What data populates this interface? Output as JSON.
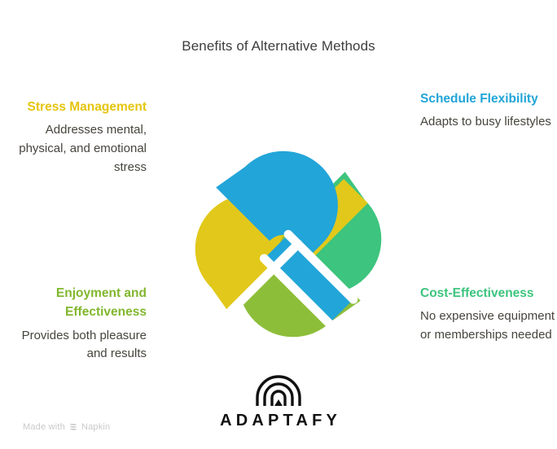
{
  "title": "Benefits of Alternative Methods",
  "colors": {
    "yellow": "#E2C81A",
    "blue": "#22A5D8",
    "olive": "#8DBE3A",
    "emerald": "#3DC47E",
    "heading_yellow": "#E5C50E",
    "heading_blue": "#22A5D8",
    "heading_olive": "#82B72F",
    "heading_emerald": "#3DC47E",
    "body_text": "#46443C",
    "title_text": "#3D3D3D",
    "watermark": "#C9C9C9",
    "background": "#FFFFFF"
  },
  "benefits": [
    {
      "id": "stress-management",
      "heading": "Stress Management",
      "body": "Addresses mental, physical, and emotional stress",
      "color": "#E5C50E",
      "position": "top-left"
    },
    {
      "id": "schedule-flexibility",
      "heading": "Schedule Flexibility",
      "body": "Adapts to busy lifestyles",
      "color": "#22A5D8",
      "position": "top-right"
    },
    {
      "id": "enjoyment-effectiveness",
      "heading": "Enjoyment and Effectiveness",
      "body": "Provides both pleasure and results",
      "color": "#82B72F",
      "position": "bottom-left"
    },
    {
      "id": "cost-effectiveness",
      "heading": "Cost-Effectiveness",
      "body": "No expensive equipment or memberships needed",
      "color": "#3DC47E",
      "position": "bottom-right"
    }
  ],
  "graphic": {
    "name": "interlocking-knot-diagram",
    "arms": [
      {
        "name": "knot-arm-yellow",
        "color": "#E2C81A",
        "quadrant": "top-left"
      },
      {
        "name": "knot-arm-blue",
        "color": "#22A5D8",
        "quadrant": "top-right"
      },
      {
        "name": "knot-arm-olive",
        "color": "#8DBE3A",
        "quadrant": "bottom-left"
      },
      {
        "name": "knot-arm-emerald",
        "color": "#3DC47E",
        "quadrant": "bottom-right"
      }
    ]
  },
  "brand": {
    "name": "ADAPTAFY",
    "mark": "arch-chevron-logo-icon"
  },
  "watermark": {
    "prefix": "Made with",
    "icon": "napkin-chevrons-icon",
    "product": "Napkin"
  }
}
